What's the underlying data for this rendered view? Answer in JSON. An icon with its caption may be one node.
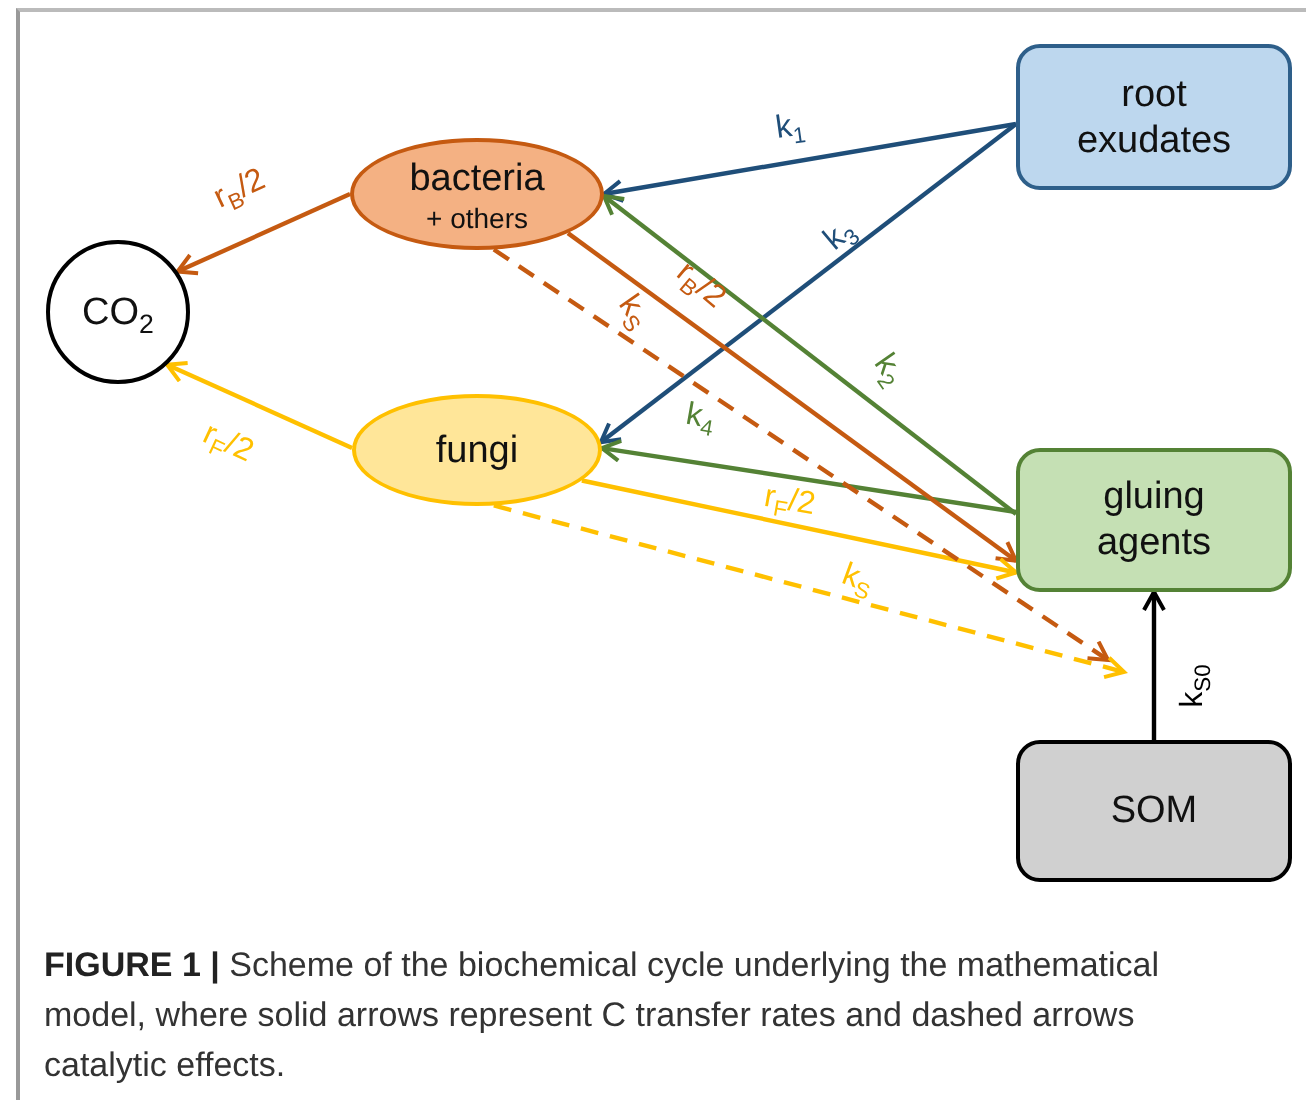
{
  "diagram": {
    "caption": "**FIGURE 1 |** Scheme of the biochemical cycle underlying the mathematical model, where solid arrows represent C transfer rates and dashed arrows catalytic effects.",
    "nodes": [
      {
        "text": [
          "bacteria",
          "+ others"
        ]
      },
      {
        "text": [
          "root exudates"
        ]
      },
      {
        "text": [
          "CO$_{2}$"
        ]
      },
      {
        "text": [
          "fungi"
        ]
      },
      {
        "text": [
          "gluing agents"
        ]
      },
      {
        "text": [
          "SOM"
        ]
      }
    ],
    "edges": [
      {
        "from": 1,
        "to": 0,
        "arrow": "to",
        "label": "k$_{1}$",
        "color": "#1f4e79"
      },
      {
        "from": 1,
        "to": 3,
        "arrow": "to",
        "label": "k$_{3}$",
        "color": "#1f4e79"
      },
      {
        "from": 4,
        "to": 0,
        "arrow": "to",
        "label": "k$_{2}$",
        "color": "#548235"
      },
      {
        "from": 4,
        "to": 3,
        "arrow": "to",
        "label": "k$_{4}$",
        "color": "#548235"
      },
      {
        "from": 0,
        "to": 2,
        "arrow": "to",
        "label": "r$_{B}$/2",
        "color": "#c55a11"
      },
      {
        "from": 0,
        "to": 4,
        "arrow": "to",
        "label": "r$_{B}$/2",
        "color": "#c55a11"
      },
      {
        "from": 3,
        "to": 2,
        "arrow": "to",
        "label": "r$_{F}$/2",
        "color": "#ffc000"
      },
      {
        "from": 3,
        "to": 4,
        "arrow": "to",
        "label": "r$_{F}$/2",
        "color": "#ffc000"
      },
      {
        "from": 0,
        "to": null,
        "arrow": "to",
        "label": "k$_{S}$",
        "style": "dashed",
        "color": "#c55a11"
      },
      {
        "from": 3,
        "to": null,
        "arrow": "to",
        "label": "k$_{S}$",
        "style": "dashed",
        "color": "#ffc000"
      },
      {
        "from": 5,
        "to": 4,
        "arrow": "to",
        "label": "k$_{S0}$",
        "color": "#000000"
      }
    ]
  }
}
